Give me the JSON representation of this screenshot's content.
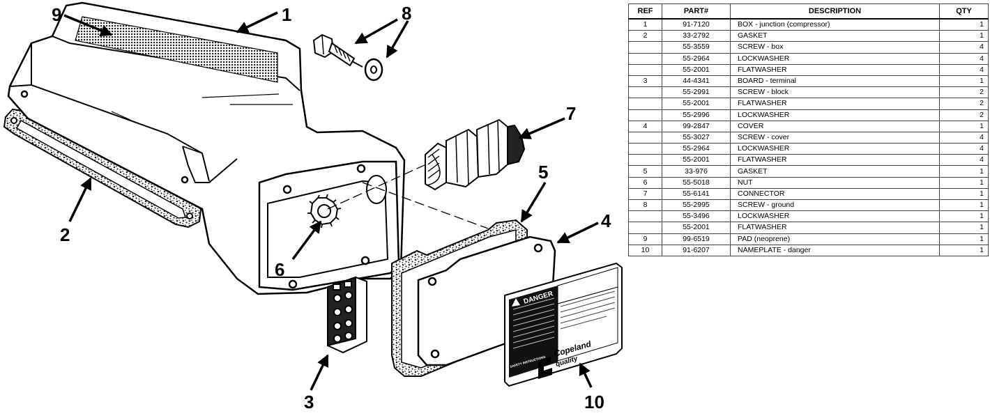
{
  "callouts": {
    "c1": "1",
    "c2": "2",
    "c3": "3",
    "c4": "4",
    "c5": "5",
    "c6": "6",
    "c7": "7",
    "c8": "8",
    "c9": "9",
    "c10": "10"
  },
  "nameplate": {
    "danger": "DANGER",
    "brand_line1": "Copeland",
    "brand_line2": "quality",
    "safety": "SAFETY INSTRUCTIONS"
  },
  "table": {
    "headers": {
      "ref": "REF",
      "part": "PART#",
      "desc": "DESCRIPTION",
      "qty": "QTY"
    },
    "rows": [
      {
        "ref": "1",
        "part": "91-7120",
        "desc": "BOX - junction (compressor)",
        "qty": "1"
      },
      {
        "ref": "2",
        "part": "33-2792",
        "desc": "GASKET",
        "qty": "1"
      },
      {
        "ref": "",
        "part": "55-3559",
        "desc": "SCREW - box",
        "qty": "4"
      },
      {
        "ref": "",
        "part": "55-2964",
        "desc": "LOCKWASHER",
        "qty": "4"
      },
      {
        "ref": "",
        "part": "55-2001",
        "desc": "FLATWASHER",
        "qty": "4"
      },
      {
        "ref": "3",
        "part": "44-4341",
        "desc": "BOARD - terminal",
        "qty": "1"
      },
      {
        "ref": "",
        "part": "55-2991",
        "desc": "SCREW - block",
        "qty": "2"
      },
      {
        "ref": "",
        "part": "55-2001",
        "desc": "FLATWASHER",
        "qty": "2"
      },
      {
        "ref": "",
        "part": "55-2996",
        "desc": "LOCKWASHER",
        "qty": "2"
      },
      {
        "ref": "4",
        "part": "99-2847",
        "desc": "COVER",
        "qty": "1"
      },
      {
        "ref": "",
        "part": "55-3027",
        "desc": "SCREW - cover",
        "qty": "4"
      },
      {
        "ref": "",
        "part": "55-2964",
        "desc": "LOCKWASHER",
        "qty": "4"
      },
      {
        "ref": "",
        "part": "55-2001",
        "desc": "FLATWASHER",
        "qty": "4"
      },
      {
        "ref": "5",
        "part": "33-976",
        "desc": "GASKET",
        "qty": "1"
      },
      {
        "ref": "6",
        "part": "55-5018",
        "desc": "NUT",
        "qty": "1"
      },
      {
        "ref": "7",
        "part": "55-6141",
        "desc": "CONNECTOR",
        "qty": "1"
      },
      {
        "ref": "8",
        "part": "55-2995",
        "desc": "SCREW - ground",
        "qty": "1"
      },
      {
        "ref": "",
        "part": "55-3496",
        "desc": "LOCKWASHER",
        "qty": "1"
      },
      {
        "ref": "",
        "part": "55-2001",
        "desc": "FLATWASHER",
        "qty": "1"
      },
      {
        "ref": "9",
        "part": "99-6519",
        "desc": "PAD (neoprene)",
        "qty": "1"
      },
      {
        "ref": "10",
        "part": "91-6207",
        "desc": "NAMEPLATE - danger",
        "qty": "1"
      }
    ]
  }
}
